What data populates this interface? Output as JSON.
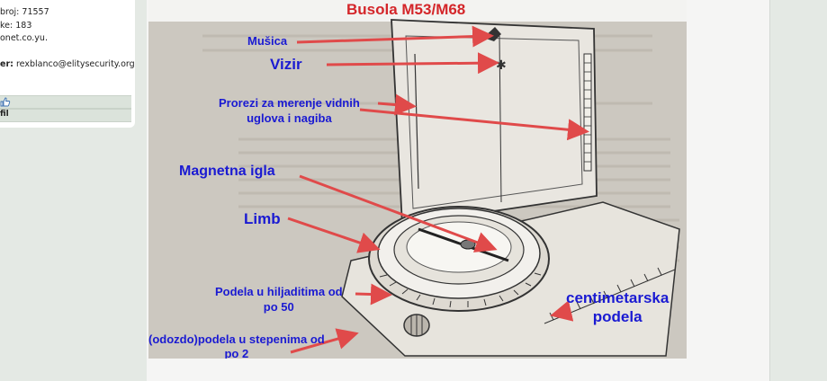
{
  "sidebar": {
    "lines": [
      {
        "label": "broj:",
        "value": "71557"
      },
      {
        "label": "ke:",
        "value": "183"
      },
      {
        "label": "onet.co.yu.",
        "value": ""
      },
      {
        "label": "er:",
        "value": "rexblanco@elitysecurity.org"
      }
    ],
    "like_icon": "thumbs-up-icon",
    "profile_link": "fil"
  },
  "figure": {
    "title": "Busola M53/M68",
    "labels": {
      "musica": "Mušica",
      "vizir": "Vizir",
      "prorezi_line1": "Prorezi za merenje vidnih",
      "prorezi_line2": "uglova i nagiba",
      "magnetna": "Magnetna igla",
      "limb": "Limb",
      "podela_line1": "Podela u hiljaditima od",
      "podela_line2": "po 50",
      "centi_line1": "centimetarska",
      "centi_line2": "podela",
      "odozdo_line1": "(odozdo)podela u stepenima od",
      "odozdo_line2": "po 2"
    }
  },
  "colors": {
    "label_blue": "#1a1ad2",
    "title_red": "#d4262a",
    "arrow_red": "#e04a4a"
  }
}
